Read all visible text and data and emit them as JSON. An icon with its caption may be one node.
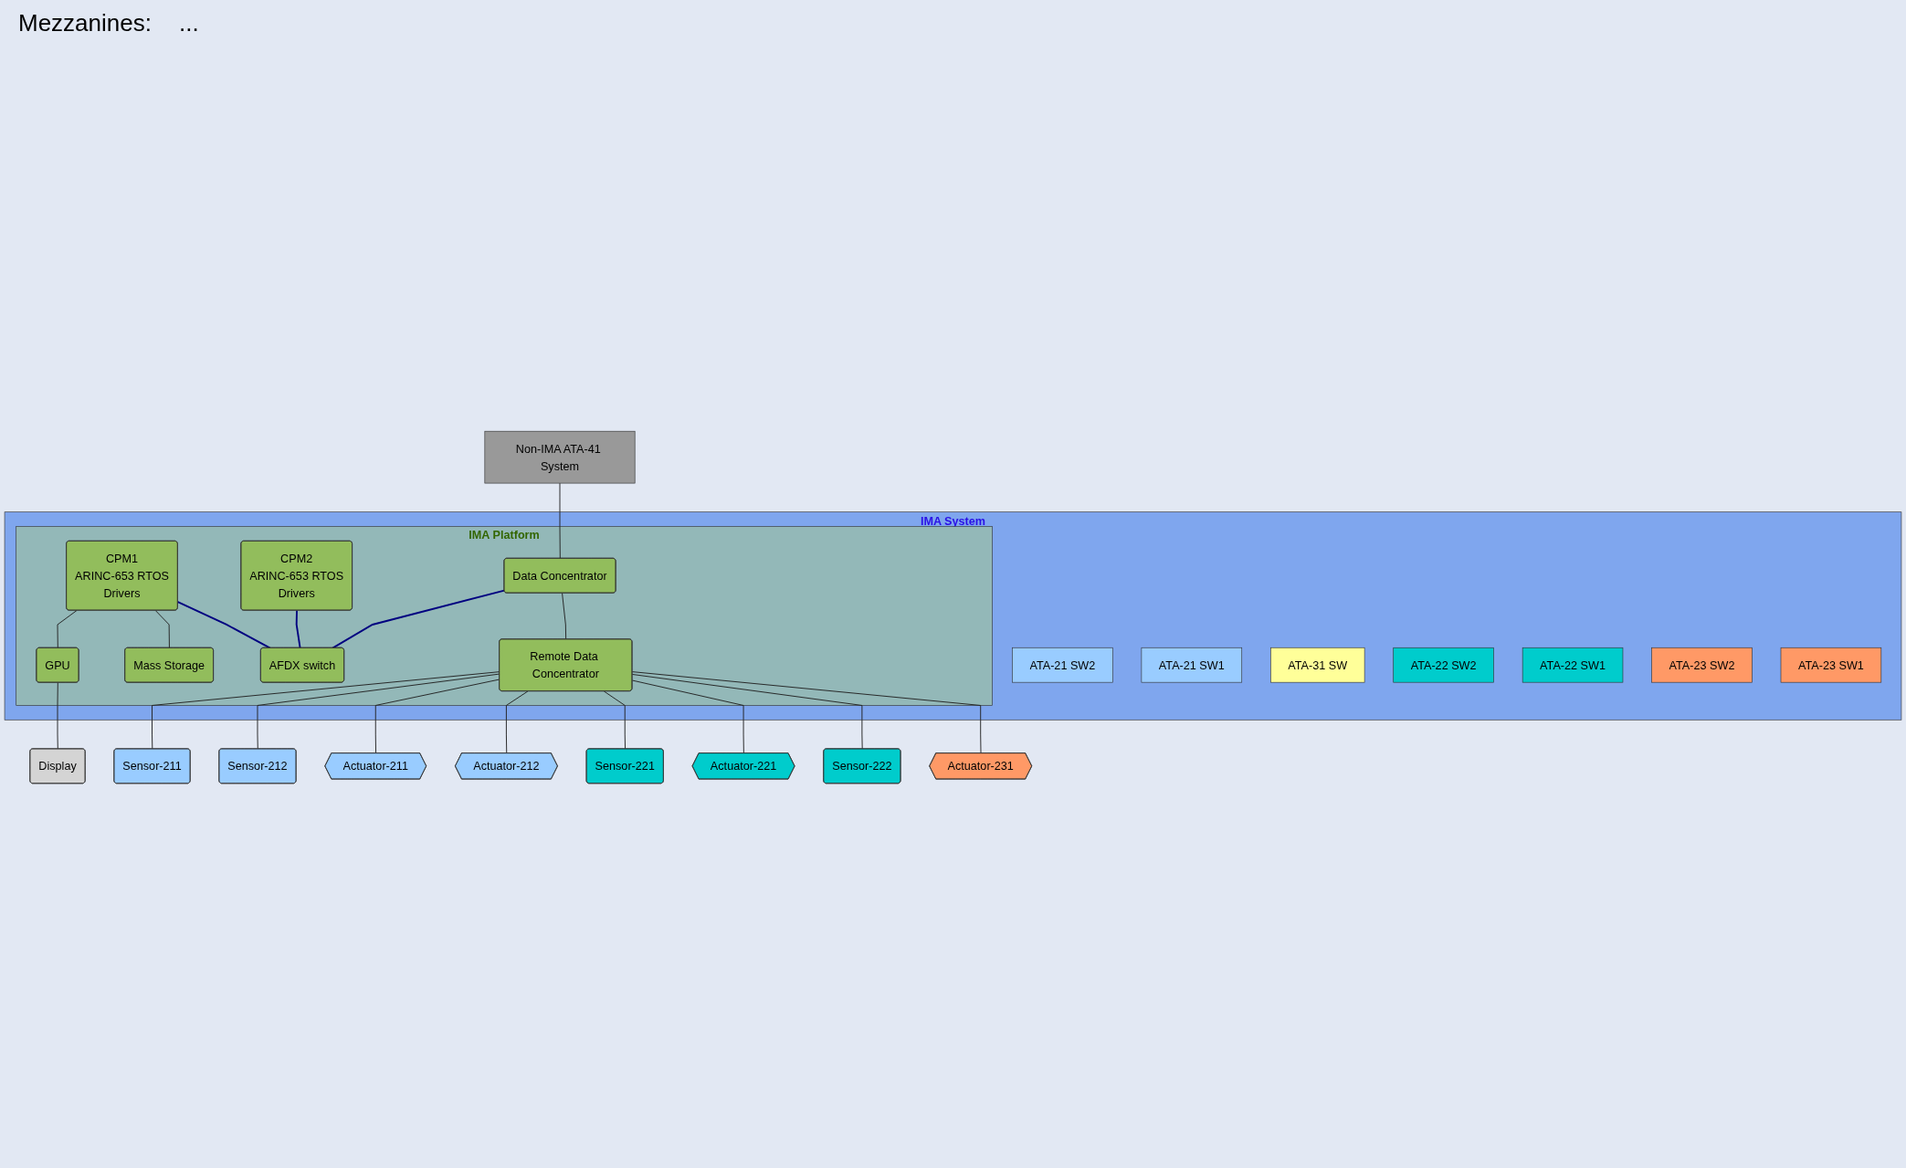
{
  "diagram": {
    "nodes": [
      {
        "text": [
          "IMA System"
        ]
      },
      {
        "text": [
          "ATA-21 SW2"
        ],
        "in": 0
      },
      {
        "text": [
          "ATA-21 SW1"
        ],
        "in": 0
      },
      {
        "text": [
          "ATA-31 SW"
        ],
        "in": 0
      },
      {
        "text": [
          "Display"
        ]
      },
      {
        "text": [
          "ATA-22 SW2"
        ],
        "in": 0
      },
      {
        "text": [
          "ATA-22 SW1"
        ],
        "in": 0
      },
      {
        "text": [
          "ATA-23 SW2"
        ],
        "in": 0
      },
      {
        "text": [
          "ATA-23 SW1"
        ],
        "in": 0
      },
      {
        "text": [
          "IMA Platform"
        ],
        "in": 0
      },
      {
        "text": [
          "CPM1",
          "ARINC-653 RTOS",
          "Drivers"
        ],
        "in": 9
      },
      {
        "text": [
          "GPU"
        ],
        "in": 9
      },
      {
        "text": [
          "Mass Storage"
        ],
        "in": 9
      },
      {
        "text": [
          "CPM2",
          "ARINC-653 RTOS",
          "Drivers"
        ],
        "in": 9
      },
      {
        "text": [
          "AFDX switch"
        ],
        "in": 9
      },
      {
        "text": [
          "Data Concentrator"
        ],
        "in": 9
      },
      {
        "text": [
          "Remote Data Concentrator"
        ],
        "in": 9
      },
      {
        "text": [
          "Non-IMA ATA-41 System"
        ]
      },
      {
        "text": [
          "Sensor-211"
        ]
      },
      {
        "text": [
          "Actuator-211"
        ]
      },
      {
        "text": [
          "Sensor-221"
        ]
      },
      {
        "text": [
          "Sensor-222"
        ]
      },
      {
        "text": [
          "Actuator-231"
        ]
      },
      {
        "text": [
          "Sensor-212"
        ]
      },
      {
        "text": [
          "Actuator-212"
        ]
      },
      {
        "text": [
          "Actuator-221"
        ]
      }
    ],
    "edges": [
      {
        "from": 10,
        "to": 11,
        "arrow": "none"
      },
      {
        "from": 10,
        "to": 12,
        "arrow": "none"
      },
      {
        "from": 11,
        "to": 4,
        "arrow": "none"
      },
      {
        "from": 10,
        "to": 14,
        "arrow": "none",
        "color": "#000080"
      },
      {
        "from": 13,
        "to": 14,
        "arrow": "none",
        "color": "#000080"
      },
      {
        "from": 15,
        "to": 14,
        "arrow": "none",
        "color": "#000080"
      },
      {
        "from": 15,
        "to": 16,
        "arrow": "none"
      },
      {
        "from": 15,
        "to": 17,
        "arrow": "none"
      },
      {
        "from": 16,
        "to": 18,
        "arrow": "none"
      },
      {
        "from": 16,
        "to": 23,
        "arrow": "none"
      },
      {
        "from": 16,
        "to": 19,
        "arrow": "none"
      },
      {
        "from": 16,
        "to": 24,
        "arrow": "none"
      },
      {
        "from": 16,
        "to": 20,
        "arrow": "none"
      },
      {
        "from": 16,
        "to": 25,
        "arrow": "none"
      },
      {
        "from": 16,
        "to": 21,
        "arrow": "none"
      },
      {
        "from": 16,
        "to": 22,
        "arrow": "none"
      }
    ],
    "labels": [
      "Mezzanines:",
      "..."
    ]
  }
}
